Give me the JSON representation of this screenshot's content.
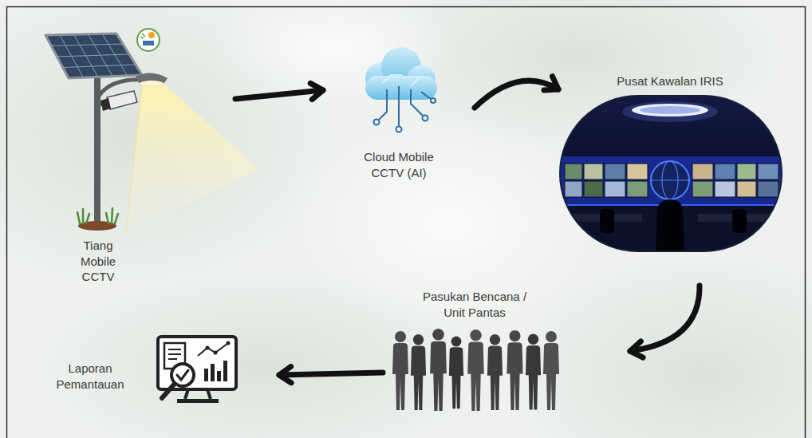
{
  "diagram": {
    "nodes": [
      {
        "text": [
          "Tiang Mobile CCTV"
        ]
      },
      {
        "text": [
          "Cloud Mobile CCTV (AI)"
        ]
      },
      {
        "text": [
          "Pusat Kawalan IRIS"
        ]
      },
      {
        "text": [
          "Pasukan Bencana / Unit Pantas"
        ]
      },
      {
        "text": [
          "Laporan Pemantauan"
        ]
      }
    ],
    "edges": [
      {
        "from": 0,
        "to": 1,
        "arrow": "to"
      },
      {
        "from": 1,
        "to": 2,
        "arrow": "to"
      },
      {
        "from": 2,
        "to": 3,
        "arrow": "to"
      },
      {
        "from": 3,
        "to": 4,
        "arrow": "to"
      }
    ]
  }
}
